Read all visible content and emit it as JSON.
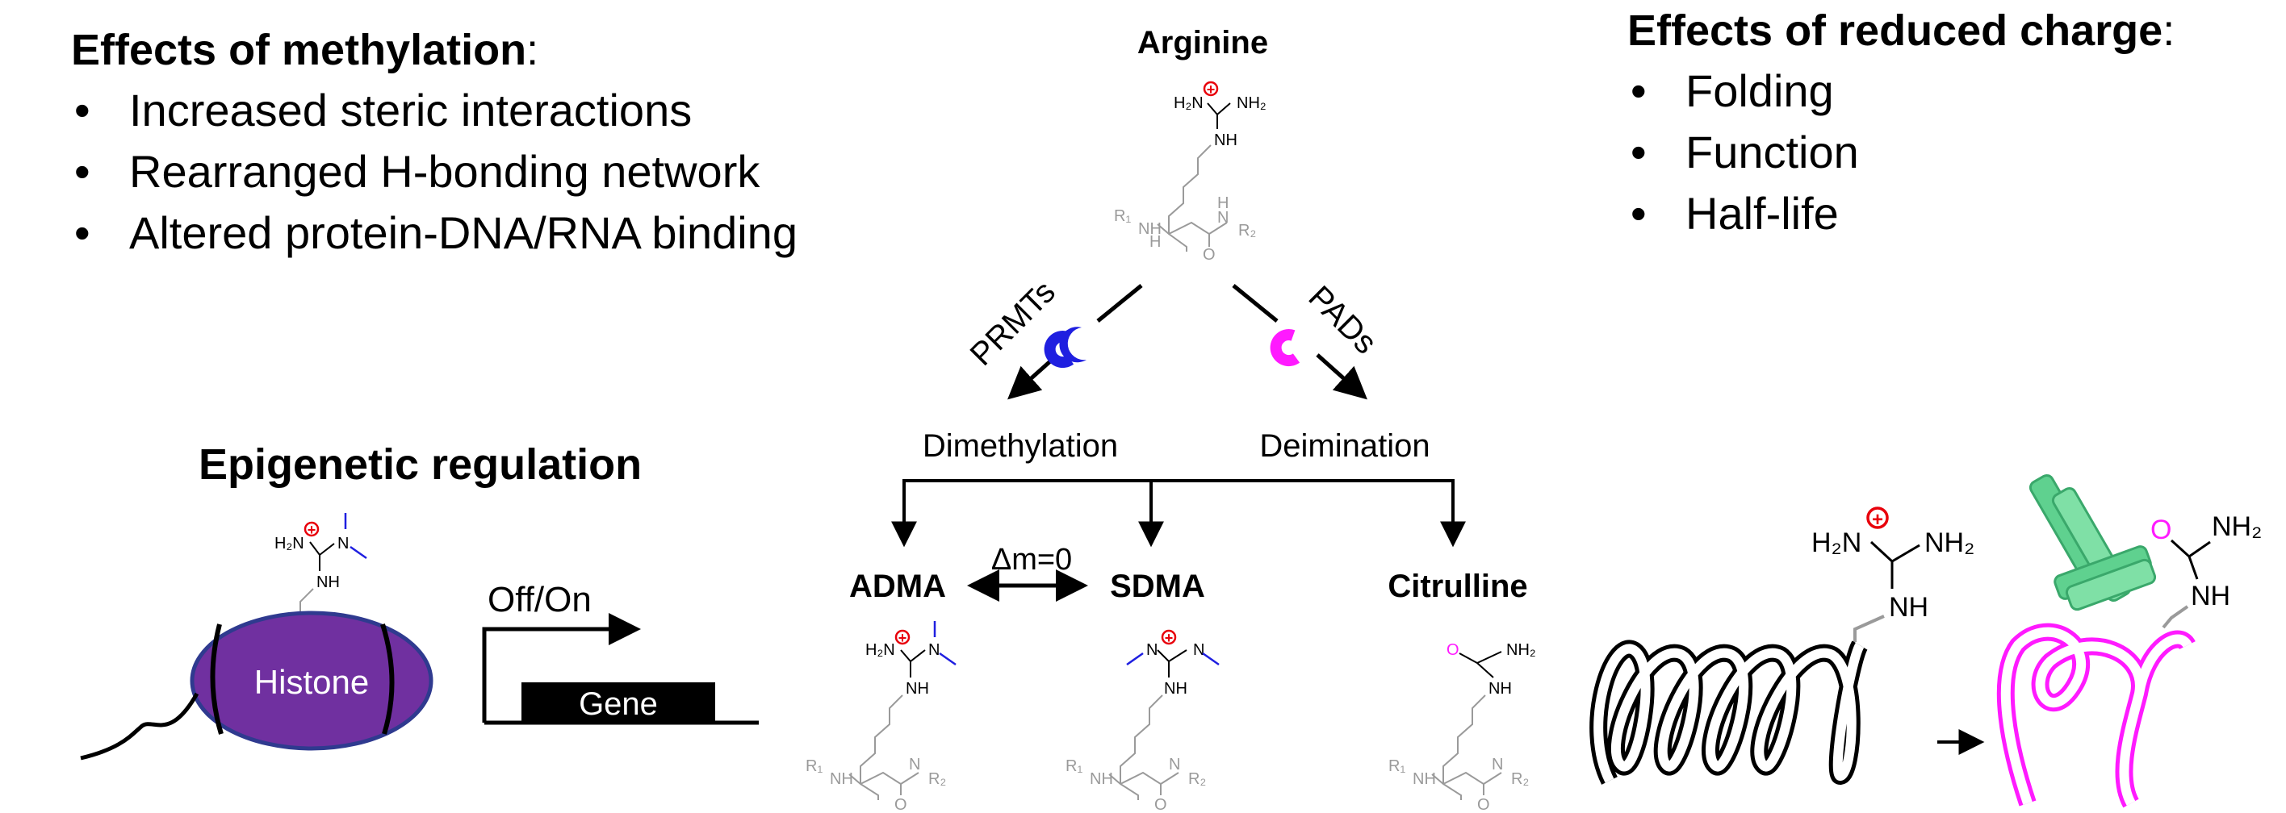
{
  "methylation_panel": {
    "title_bold": "Effects of methylation",
    "title_suffix": ":",
    "bullets": [
      "Increased steric interactions",
      "Rearranged H-bonding network",
      "Altered protein-DNA/RNA binding"
    ]
  },
  "charge_panel": {
    "title_bold": "Effects of reduced charge",
    "title_suffix": ":",
    "bullets": [
      "Folding",
      "Function",
      "Half-life"
    ]
  },
  "epigenetic_panel": {
    "title": "Epigenetic regulation",
    "histone_label": "Histone",
    "switch_label": "Off/On",
    "gene_label": "Gene"
  },
  "pathway": {
    "substrate": "Arginine",
    "left_enzyme": "PRMTs",
    "right_enzyme": "PADs",
    "left_process": "Dimethylation",
    "right_process": "Deimination",
    "products": [
      "ADMA",
      "SDMA",
      "Citrulline"
    ],
    "mass_difference": "Δm=0"
  },
  "chem_text": {
    "h2n": "H₂N",
    "nh2": "NH₂",
    "nh": "NH",
    "n": "N",
    "h": "H",
    "o": "O",
    "r1": "R₁",
    "r2": "R₂",
    "plus": "+"
  },
  "colors": {
    "prmt": "#1f1fe0",
    "pad": "#ff1aff",
    "histone": "#7030a0",
    "histone_edge": "#2f3a8f",
    "antibody": "#5fd18f",
    "charge": "#e8000b",
    "backbone": "#9a9a9a"
  }
}
